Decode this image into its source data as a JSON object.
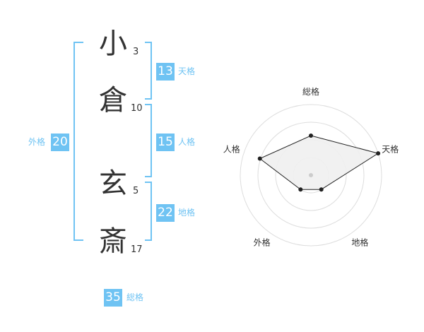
{
  "name": {
    "chars": [
      {
        "kanji": "小",
        "strokes": "3"
      },
      {
        "kanji": "倉",
        "strokes": "10"
      },
      {
        "kanji": "玄",
        "strokes": "5"
      },
      {
        "kanji": "斎",
        "strokes": "17"
      }
    ]
  },
  "kaku": {
    "tenkaku": {
      "value": "13",
      "label": "天格"
    },
    "jinkaku": {
      "value": "15",
      "label": "人格"
    },
    "chikaku": {
      "value": "22",
      "label": "地格"
    },
    "gaikaku": {
      "value": "20",
      "label": "外格"
    },
    "soukaku": {
      "value": "35",
      "label": "総格"
    }
  },
  "chart_data": {
    "type": "radar",
    "axes": [
      "総格",
      "天格",
      "地格",
      "外格",
      "人格"
    ],
    "values": [
      0.56,
      1.0,
      0.25,
      0.25,
      0.76
    ],
    "range": [
      0,
      1
    ],
    "rings": 4,
    "colors": {
      "fill": "#f0f0f0",
      "line": "#222222",
      "ring": "#dddddd",
      "center": "#cccccc"
    }
  }
}
